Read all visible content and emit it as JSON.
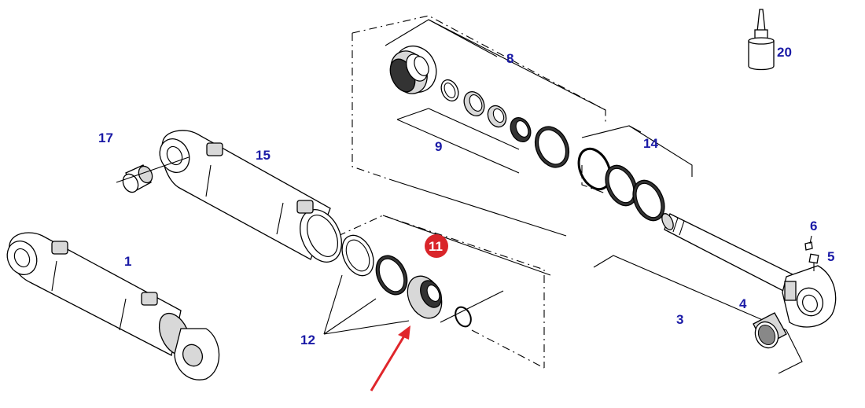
{
  "colors": {
    "label": "#1a1aa6",
    "highlight": "#d9252a",
    "arrow": "#e0262b",
    "line": "#000000"
  },
  "labels": {
    "l1": "1",
    "l3": "3",
    "l4": "4",
    "l5": "5",
    "l6": "6",
    "l8": "8",
    "l9": "9",
    "l11": "11",
    "l12": "12",
    "l14": "14",
    "l15": "15",
    "l17": "17",
    "l20": "20"
  },
  "highlighted_part": "11"
}
